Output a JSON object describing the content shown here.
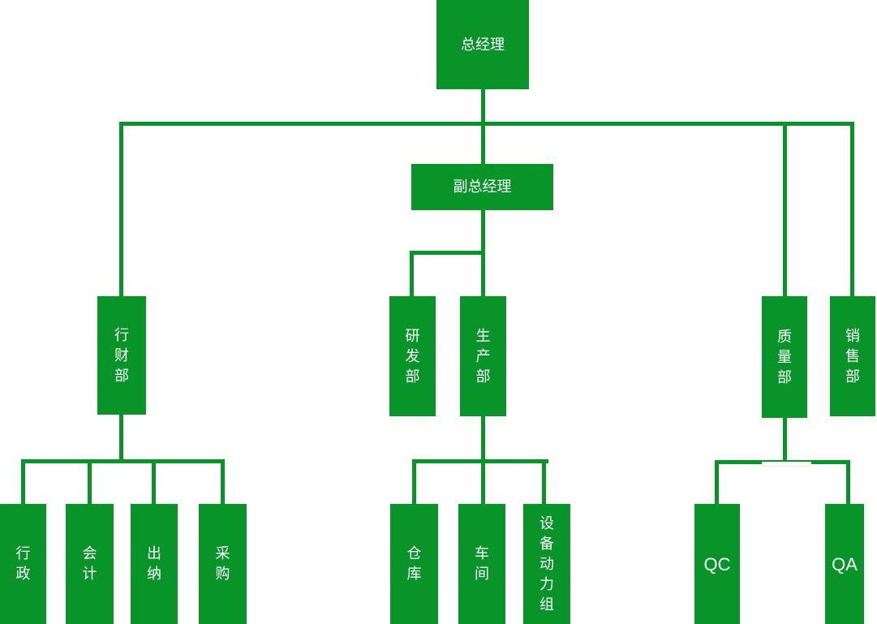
{
  "diagram": {
    "type": "org-chart",
    "accent_color": "#089428",
    "text_color": "#ffffff",
    "nodes": {
      "gm": {
        "label": "总经理"
      },
      "dgm": {
        "label": "副总经理"
      },
      "admin_finance": {
        "label": "行财部"
      },
      "rd": {
        "label": "研发部"
      },
      "production": {
        "label": "生产部"
      },
      "quality": {
        "label": "质量部"
      },
      "sales": {
        "label": "销售部"
      },
      "admin": {
        "label": "行政"
      },
      "accounting": {
        "label": "会计"
      },
      "cashier": {
        "label": "出纳"
      },
      "procurement": {
        "label": "采购"
      },
      "warehouse": {
        "label": "仓库"
      },
      "workshop": {
        "label": "车间"
      },
      "equipment_power": {
        "label": "设备动力组"
      },
      "qc": {
        "label": "QC"
      },
      "qa": {
        "label": "QA"
      }
    },
    "hierarchy": [
      {
        "parent": "总经理",
        "children": [
          "行财部",
          "副总经理",
          "质量部",
          "销售部"
        ]
      },
      {
        "parent": "副总经理",
        "children": [
          "研发部",
          "生产部"
        ]
      },
      {
        "parent": "行财部",
        "children": [
          "行政",
          "会计",
          "出纳",
          "采购"
        ]
      },
      {
        "parent": "生产部",
        "children": [
          "仓库",
          "车间",
          "设备动力组"
        ]
      },
      {
        "parent": "质量部",
        "children": [
          "QC",
          "QA"
        ]
      }
    ]
  }
}
